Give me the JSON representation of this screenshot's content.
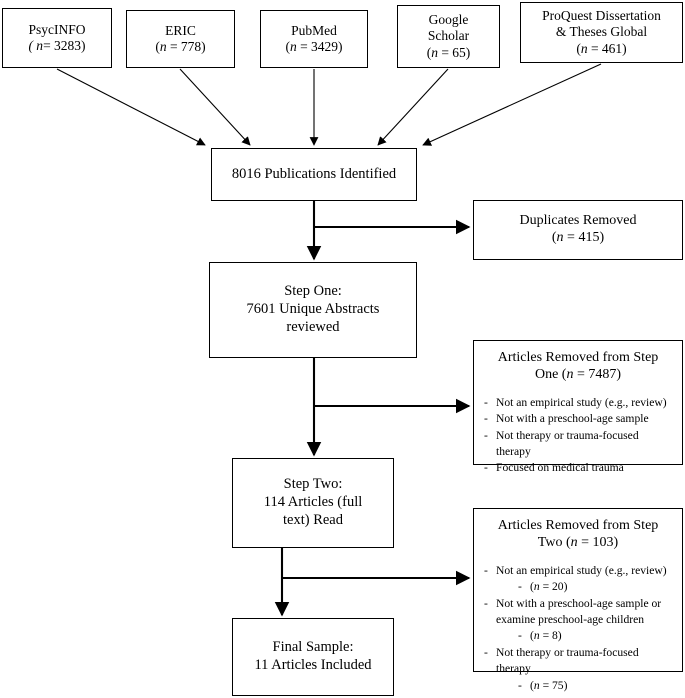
{
  "diagram": {
    "title": "Study selection flow diagram",
    "type": "prisma-flowchart",
    "stroke_color": "#000000",
    "background_color": "#ffffff"
  },
  "sources": [
    {
      "name": "PsycINFO",
      "count_label": "( n= 3283)"
    },
    {
      "name": "ERIC",
      "count_label": "(n = 778)"
    },
    {
      "name": "PubMed",
      "count_label": "(n = 3429)"
    },
    {
      "name": "Google Scholar",
      "line1": "Google",
      "line2": "Scholar",
      "count_label": "(n = 65)"
    },
    {
      "name": "ProQuest Dissertation & Theses Global",
      "line1": "ProQuest Dissertation",
      "line2": "& Theses Global",
      "count_label": "(n = 461)"
    }
  ],
  "identified": {
    "label": "8016 Publications Identified"
  },
  "duplicates": {
    "title": "Duplicates Removed",
    "count_label": "(n = 415)"
  },
  "step_one": {
    "line1": "Step One:",
    "line2": "7601 Unique Abstracts",
    "line3": "reviewed"
  },
  "removed_step_one": {
    "title_line1": "Articles Removed from Step",
    "title_line2": "One (n = 7487)",
    "reasons": [
      "Not an empirical study (e.g., review)",
      "Not with a preschool-age sample",
      "Not therapy or trauma-focused therapy",
      "Focused on medical trauma"
    ]
  },
  "step_two": {
    "line1": "Step Two:",
    "line2": "114 Articles (full",
    "line3": "text) Read"
  },
  "removed_step_two": {
    "title_line1": "Articles Removed from Step",
    "title_line2": "Two (n = 103)",
    "reasons": [
      {
        "text": "Not an empirical study (e.g., review)",
        "kind": "main"
      },
      {
        "text": "(n = 20)",
        "kind": "sub"
      },
      {
        "text": "Not with a preschool-age sample or",
        "kind": "main"
      },
      {
        "text": "examine preschool-age children",
        "kind": "cont"
      },
      {
        "text": "(n = 8)",
        "kind": "sub"
      },
      {
        "text": "Not therapy or trauma-focused therapy",
        "kind": "main"
      },
      {
        "text": "(n = 75)",
        "kind": "sub"
      }
    ]
  },
  "final_sample": {
    "line1": "Final Sample:",
    "line2": "11 Articles Included"
  }
}
